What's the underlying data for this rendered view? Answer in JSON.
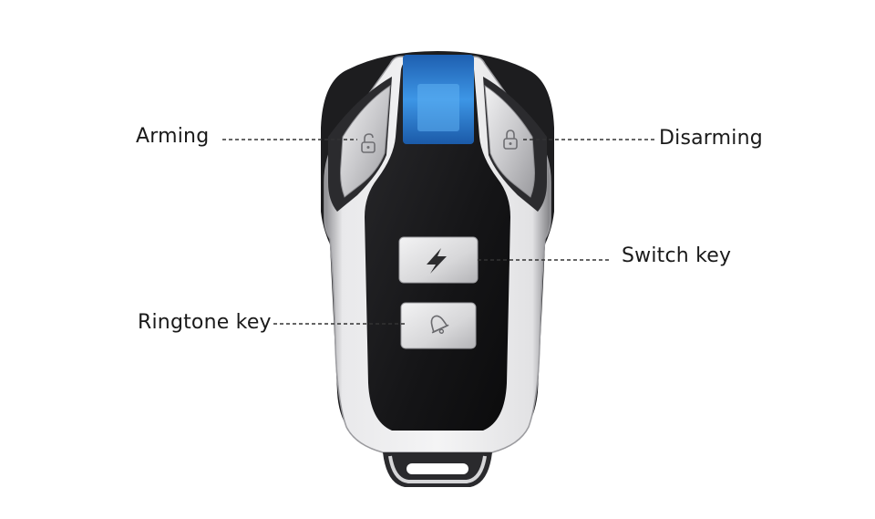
{
  "image": {
    "subject": "motorcycle-alarm-remote-key-fob",
    "background_color": "#ffffff"
  },
  "callouts": {
    "arming": "Arming",
    "disarming": "Disarming",
    "switch_key": "Switch key",
    "ringtone_key": "Ringtone key"
  },
  "colors": {
    "led_window": "#2f86d8",
    "fob_body": "#1b1b1d",
    "silver_frame": "#d8d8da",
    "leader_line": "#333333"
  },
  "icons": {
    "arming_button": "open-lock-icon",
    "disarming_button": "closed-lock-icon",
    "switch_button": "lightning-bolt-icon",
    "ringtone_button": "bell-icon"
  }
}
